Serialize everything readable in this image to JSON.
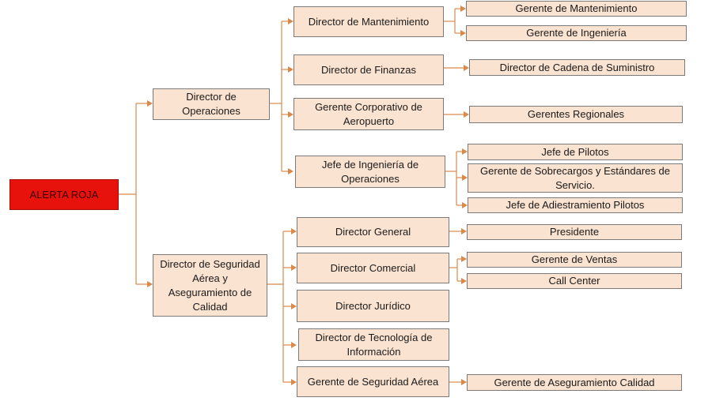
{
  "root": {
    "label": "ALERTA ROJA"
  },
  "level1": {
    "operaciones": "Director de Operaciones",
    "seguridad": "Director de Seguridad Aérea y Aseguramiento de Calidad"
  },
  "operaciones": {
    "mantenimiento": {
      "label": "Director de Mantenimiento",
      "children": [
        "Gerente de Mantenimiento",
        "Gerente de Ingeniería"
      ]
    },
    "finanzas": {
      "label": "Director de Finanzas",
      "children": [
        "Director de Cadena de Suministro"
      ]
    },
    "aeropuerto": {
      "label": "Gerente Corporativo de Aeropuerto",
      "children": [
        "Gerentes Regionales"
      ]
    },
    "ingenieria_ops": {
      "label": "Jefe de Ingeniería de Operaciones",
      "children": [
        "Jefe de Pilotos",
        "Gerente de Sobrecargos y Estándares de Servicio.",
        "Jefe de Adiestramiento Pilotos"
      ]
    }
  },
  "seguridad": {
    "general": {
      "label": "Director General",
      "children": [
        "Presidente"
      ]
    },
    "comercial": {
      "label": "Director Comercial",
      "children": [
        "Gerente de Ventas",
        "Call Center"
      ]
    },
    "juridico": {
      "label": "Director Jurídico"
    },
    "tecnologia": {
      "label": "Director de Tecnología de Información"
    },
    "seguridad_aerea": {
      "label": "Gerente de Seguridad Aérea",
      "children": [
        "Gerente de Aseguramiento Calidad"
      ]
    }
  },
  "colors": {
    "root_fill": "#e8120c",
    "node_fill": "#fbe3d1",
    "node_border": "#7a7a7a",
    "connector": "#d98a4a"
  }
}
